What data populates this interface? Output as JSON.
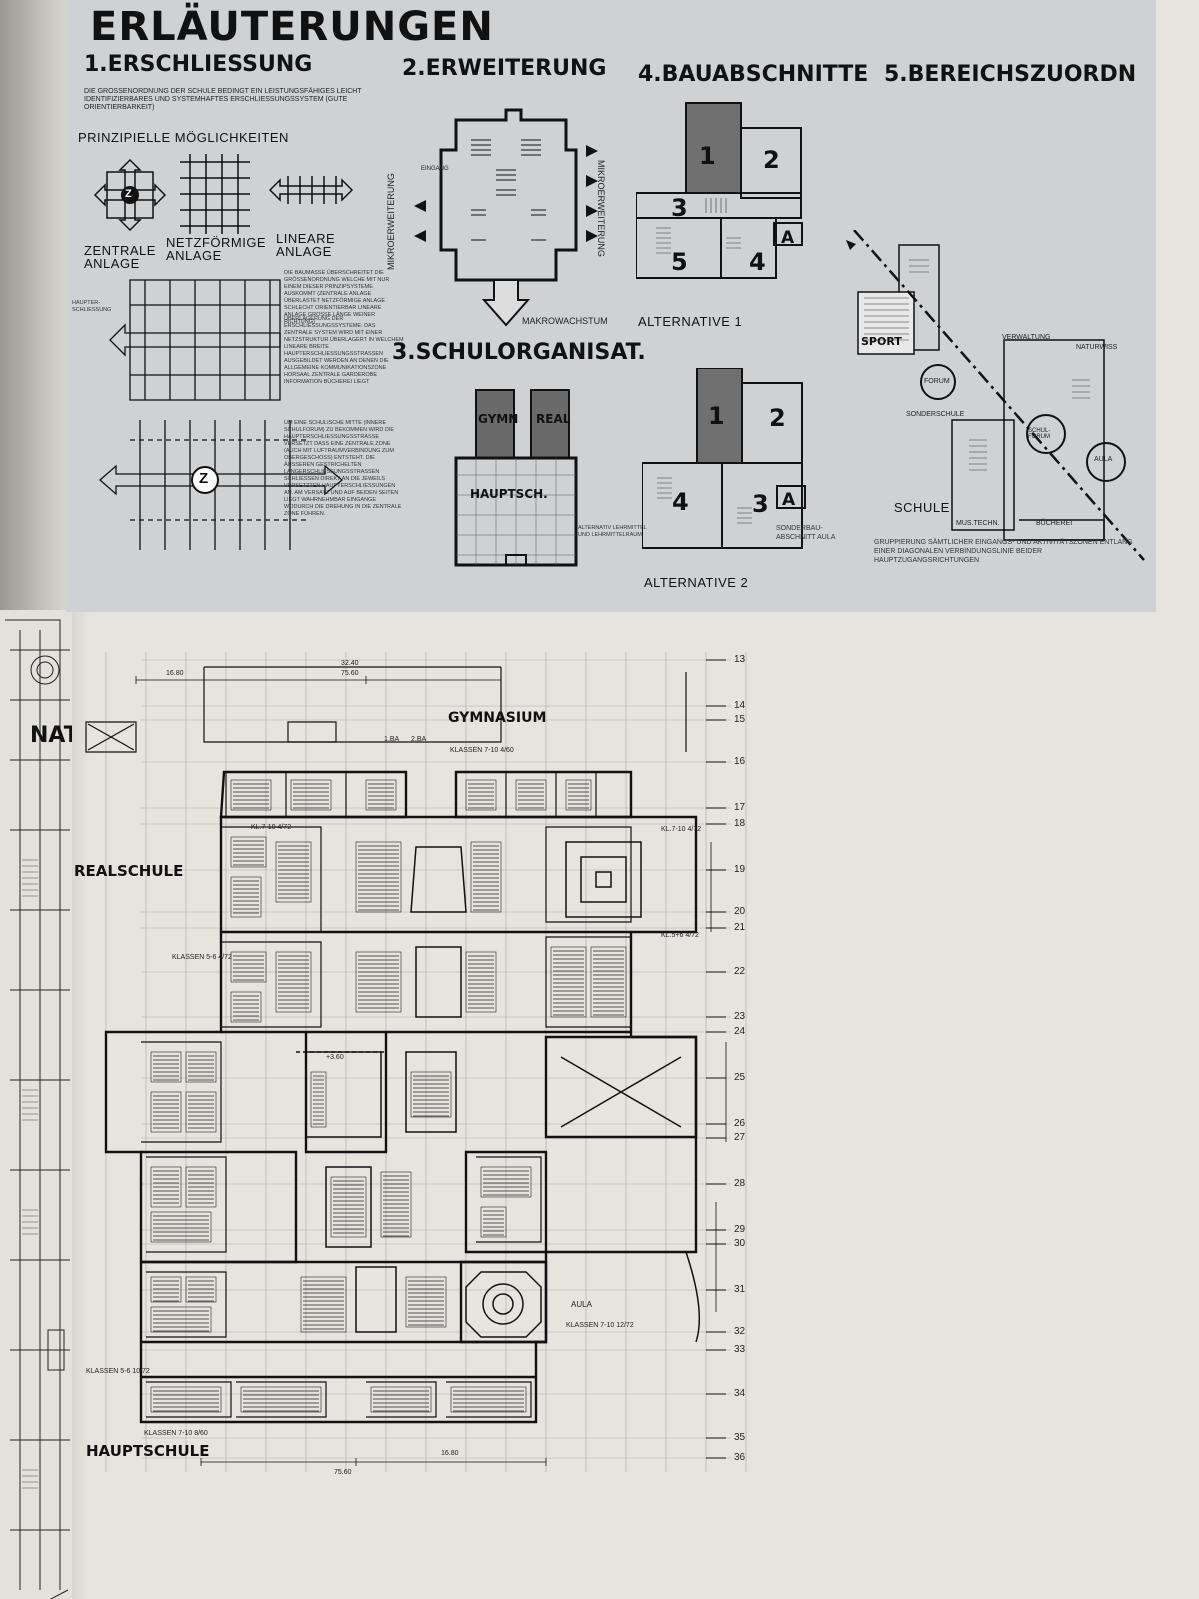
{
  "page": {
    "title": "ERLÄUTERUNGEN"
  },
  "sections": {
    "s1": {
      "heading": "1.ERSCHLIESSUNG",
      "intro": "DIE GROSSENORDNUNG DER SCHULE BEDINGT EIN LEISTUNGSFÄHIGES LEICHT IDENTIFIZIERBARES UND SYSTEMHAFTES ERSCHLIESSUNGSSYSTEM (GUTE ORIENTIERBARKEIT)",
      "possibilities": "PRINZIPIELLE MÖGLICHKEITEN",
      "z": "Z",
      "type_central": "ZENTRALE ANLAGE",
      "type_net": "NETZFÖRMIGE ANLAGE",
      "type_linear": "LINEARE ANLAGE",
      "main_access": "HAUPTER-SCHLIESSUNG",
      "text_a": "DIE BAUMASSE ÜBERSCHREITET DIE GRÖSSENORDNUNG WELCHE MIT NUR EINEM DIESER PRINZIPSYSTEME AUSKOMMT (ZENTRALE ANLAGE ÜBERLASTET NETZFÖRMIGE ANLAGE SCHLECHT ORIENTIERBAR LINEARE ANLAGE GROSSE LÄNGE WEINER RICHTUNG)",
      "text_b": "ÜBERLAGERUNG DER ERSCHLIESSUNGSSYSTEME: DAS ZENTRALE SYSTEM WIRD MIT EINER NETZSTRUKTUR ÜBERLAGERT IN WELCHEM LINEARE BREITE HAUPTERSCHLIESSUNGSSTRASSEN AUSGEBILDET WERDEN AN DENEN DIE ALLGEMEINE KOMMUNIKATIONSZONE HORSAAL ZENTRALE GARDEROBE INFORMATION BÜCHEREI LIEGT",
      "text_c": "UM EINE SCHULISCHE MITTE (INNERE SCHULFORUM) ZU BEKOMMEN WIRD DIE HAUPTERSCHLIESSUNGSSTRASSE VERSETZT DASS EINE ZENTRALE ZONE (AUCH MIT LUFTRAUMVERBINDUNG ZUM OBERGESCHOSS) ENTSTEHT. DIE ÄUSSEREN GESTRICHELTEN LANGERSCHLIESSUNGSSTRASSEN SCHLIESSEN DIREKT AN DIE JEWEILS VERSETZTEN HAUPTERSCHLIESSUNGEN AN. AM VERSATZ UND AUF BEIDEN SEITEN LIEGT WAHRNEHMBAR EINGANGE WODURCH DIE DREHUNG IN DIE ZENTRALE ZONE FÜHREN."
    },
    "s2": {
      "heading": "2.ERWEITERUNG",
      "micro": "MIKROERWEITERUNG",
      "macro": "MAKROWACHSTUM",
      "entrance": "EINGANG"
    },
    "s3": {
      "heading": "3.SCHULORGANISAT.",
      "gymn": "GYMN",
      "real": "REAL",
      "haupt": "HAUPTSCH.",
      "note": "ALTERNATIV LEHRMITTEL UND LEHRMITTELRAUM"
    },
    "s4": {
      "heading": "4.BAUABSCHNITTE",
      "alt1": "ALTERNATIVE 1",
      "alt2": "ALTERNATIVE 2",
      "n1": "1",
      "n2": "2",
      "n3": "3",
      "n4": "4",
      "n5": "5",
      "a": "A",
      "special": "SONDERBAU-ABSCHNITT AULA"
    },
    "s5": {
      "heading": "5.BEREICHSZUORDN",
      "sport": "SPORT",
      "forum": "FORUM",
      "verwaltung": "VERWALTUNG",
      "naturwiss": "NATURWISS",
      "sonderschule": "SONDERSCHULE",
      "schulforum": "SCHUL-FORUM",
      "aula": "AULA",
      "schule": "SCHULE",
      "mustechn": "MUS.TECHN.",
      "buecherei": "BÜCHEREI",
      "caption": "GRUPPIERUNG SÄMTLICHER EINGANGS- UND AKTIVITÄTSZONEN ENTLANG EINER DIAGONALEN VERBINDUNGSLINIE BEIDER HAUPTZUGANGSRICHTUNGEN"
    }
  },
  "plan": {
    "gymnasium": "GYMNASIUM",
    "realschule": "REALSCHULE",
    "hauptschule": "HAUPTSCHULE",
    "edge_label": "NAT",
    "classes_top": "KLASSEN 7-10  4/60",
    "classes_realschule": "KLASSEN 5-6  4/72",
    "classes_right": "KLASSEN 7-10  12/72",
    "classes_bottom": "KLASSEN 7-10  8/60",
    "kl1": "KL.7-10  4/72",
    "kl2": "KL.5+6  4/72",
    "kl3": "KLASSEN 5-6  10/72",
    "kl4": "KL.7-10  4/72",
    "aula": "AULA",
    "dim_top1": "32.40",
    "dim_top2": "75.60",
    "dim_top0": "16.80",
    "dim_bot1": "16.80",
    "dim_bot2": "75.60",
    "elev": "+3.60",
    "ba1": "1.BA",
    "ba2": "2.BA",
    "grid_numbers": [
      "13",
      "14",
      "15",
      "16",
      "17",
      "18",
      "19",
      "20",
      "21",
      "22",
      "23",
      "24",
      "25",
      "26",
      "27",
      "28",
      "29",
      "30",
      "31",
      "32",
      "33",
      "34",
      "35",
      "36"
    ]
  }
}
